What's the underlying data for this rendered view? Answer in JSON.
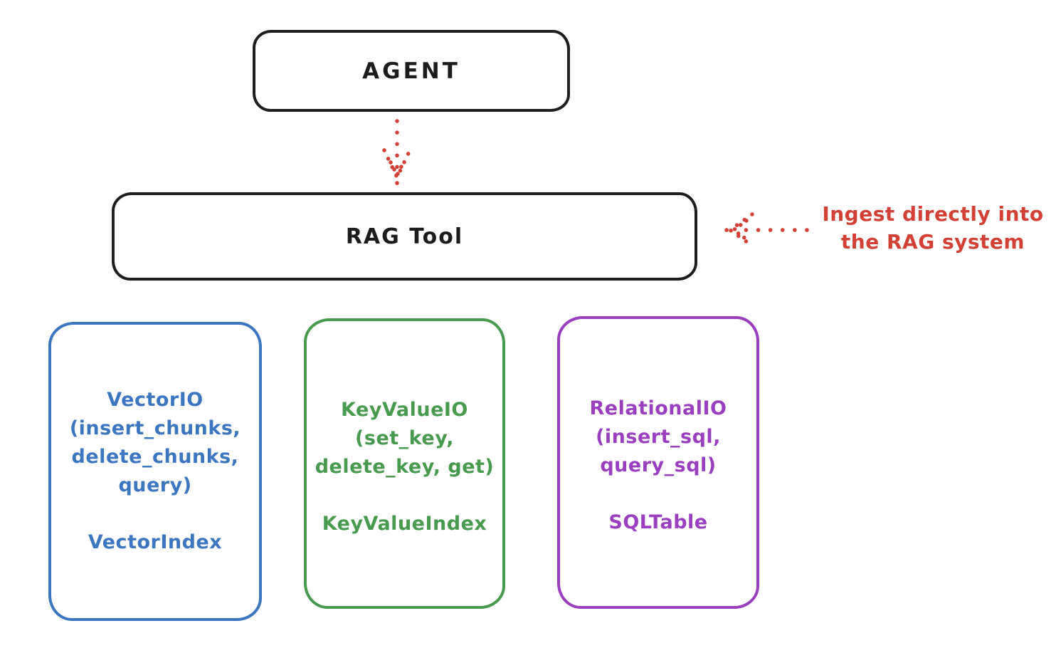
{
  "canvas": {
    "background": "#ffffff"
  },
  "colors": {
    "ink": "#1e1e1e",
    "red": "#d24036",
    "blue": "#3c76c1",
    "green": "#479a4e",
    "purple": "#9a3fc0"
  },
  "agent_box": {
    "label": "AGENT"
  },
  "rag_tool_box": {
    "label": "RAG Tool"
  },
  "ingest_note": {
    "line1": "Ingest directly into",
    "line2": "the RAG system"
  },
  "io_boxes": [
    {
      "name": "vector-io",
      "color": "#3c76c1",
      "line1": "VectorIO",
      "line2": "(insert_chunks,",
      "line3": "delete_chunks,",
      "line4": "query)",
      "footer": "VectorIndex"
    },
    {
      "name": "keyvalue-io",
      "color": "#479a4e",
      "line1": "KeyValueIO",
      "line2": "(set_key,",
      "line3": "delete_key, get)",
      "footer": "KeyValueIndex"
    },
    {
      "name": "relational-io",
      "color": "#9a3fc0",
      "line1": "RelationalIO",
      "line2": "(insert_sql,",
      "line3": "query_sql)",
      "footer": "SQLTable"
    }
  ],
  "icons": {
    "agent_to_rag_arrow": "dotted-arrow-down-icon",
    "ingest_arrow": "dotted-arrow-left-icon"
  }
}
